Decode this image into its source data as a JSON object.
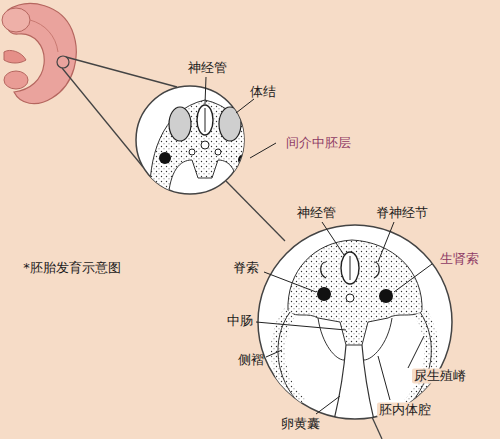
{
  "diagram": {
    "labels": [
      "神经管",
      "体结",
      "间介中胚层",
      "神经管",
      "脊神经节",
      "生肾索",
      "*胚胎发育示意图",
      "脊索",
      "中肠",
      "侧褶",
      "尿生殖嵴",
      "胚内体腔",
      "卵黄囊"
    ]
  }
}
